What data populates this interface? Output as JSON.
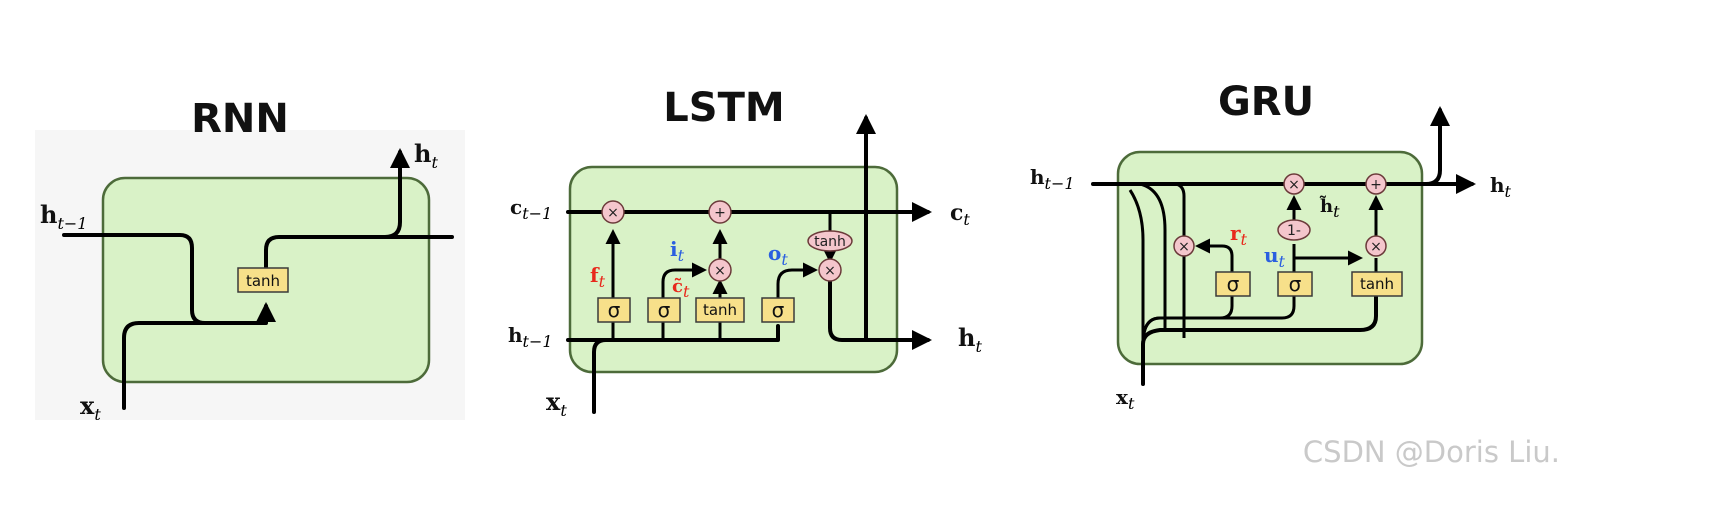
{
  "titles": {
    "rnn": "RNN",
    "lstm": "LSTM",
    "gru": "GRU"
  },
  "rnn": {
    "input": {
      "main": "x",
      "sub": "t"
    },
    "prev_state": {
      "main": "h",
      "sub": "t−1"
    },
    "output": {
      "main": "h",
      "sub": "t"
    },
    "gate": "tanh"
  },
  "lstm": {
    "cell_in": {
      "main": "c",
      "sub": "t−1"
    },
    "cell_out": {
      "main": "c",
      "sub": "t"
    },
    "hidden_in": {
      "main": "h",
      "sub": "t−1"
    },
    "hidden_out": {
      "main": "h",
      "sub": "t"
    },
    "input": {
      "main": "x",
      "sub": "t"
    },
    "forget": {
      "main": "f",
      "sub": "t"
    },
    "input_gate": {
      "main": "i",
      "sub": "t"
    },
    "candidate": {
      "main": "c̃",
      "sub": "t"
    },
    "output_gate": {
      "main": "o",
      "sub": "t"
    },
    "gates": [
      "σ",
      "σ",
      "tanh",
      "σ"
    ],
    "tanh_op": "tanh",
    "mult": "×",
    "plus": "+"
  },
  "gru": {
    "hidden_in": {
      "main": "h",
      "sub": "t−1"
    },
    "hidden_out": {
      "main": "h",
      "sub": "t"
    },
    "input": {
      "main": "x",
      "sub": "t"
    },
    "reset": {
      "main": "r",
      "sub": "t"
    },
    "update": {
      "main": "u",
      "sub": "t"
    },
    "candidate": {
      "main": "h̃",
      "sub": "t"
    },
    "gates": [
      "σ",
      "σ",
      "tanh"
    ],
    "one_minus": "1-",
    "mult": "×",
    "plus": "+"
  },
  "colors": {
    "box_fill": "#d9f2c7",
    "gate_fill": "#f7e08a",
    "op_fill": "#f4c6cc",
    "red": "#e8291c",
    "blue": "#2a5fe0"
  },
  "watermark": "CSDN @Doris Liu."
}
